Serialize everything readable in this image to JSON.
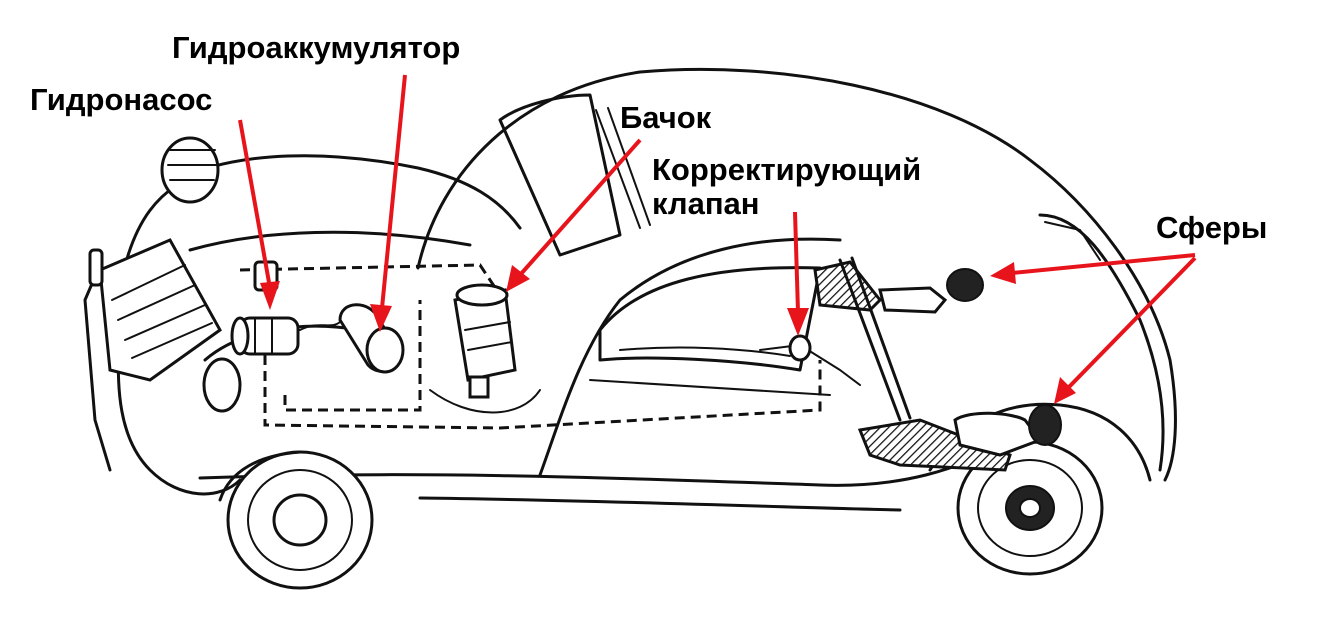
{
  "labels": {
    "pump": "Гидронасос",
    "accumulator": "Гидроаккумулятор",
    "reservoir": "Бачок",
    "valve_line1": "Корректирующий",
    "valve_line2": "клапан",
    "spheres": "Сферы"
  },
  "colors": {
    "arrow": "#e8141c",
    "ink": "#111111",
    "background": "#ffffff"
  }
}
